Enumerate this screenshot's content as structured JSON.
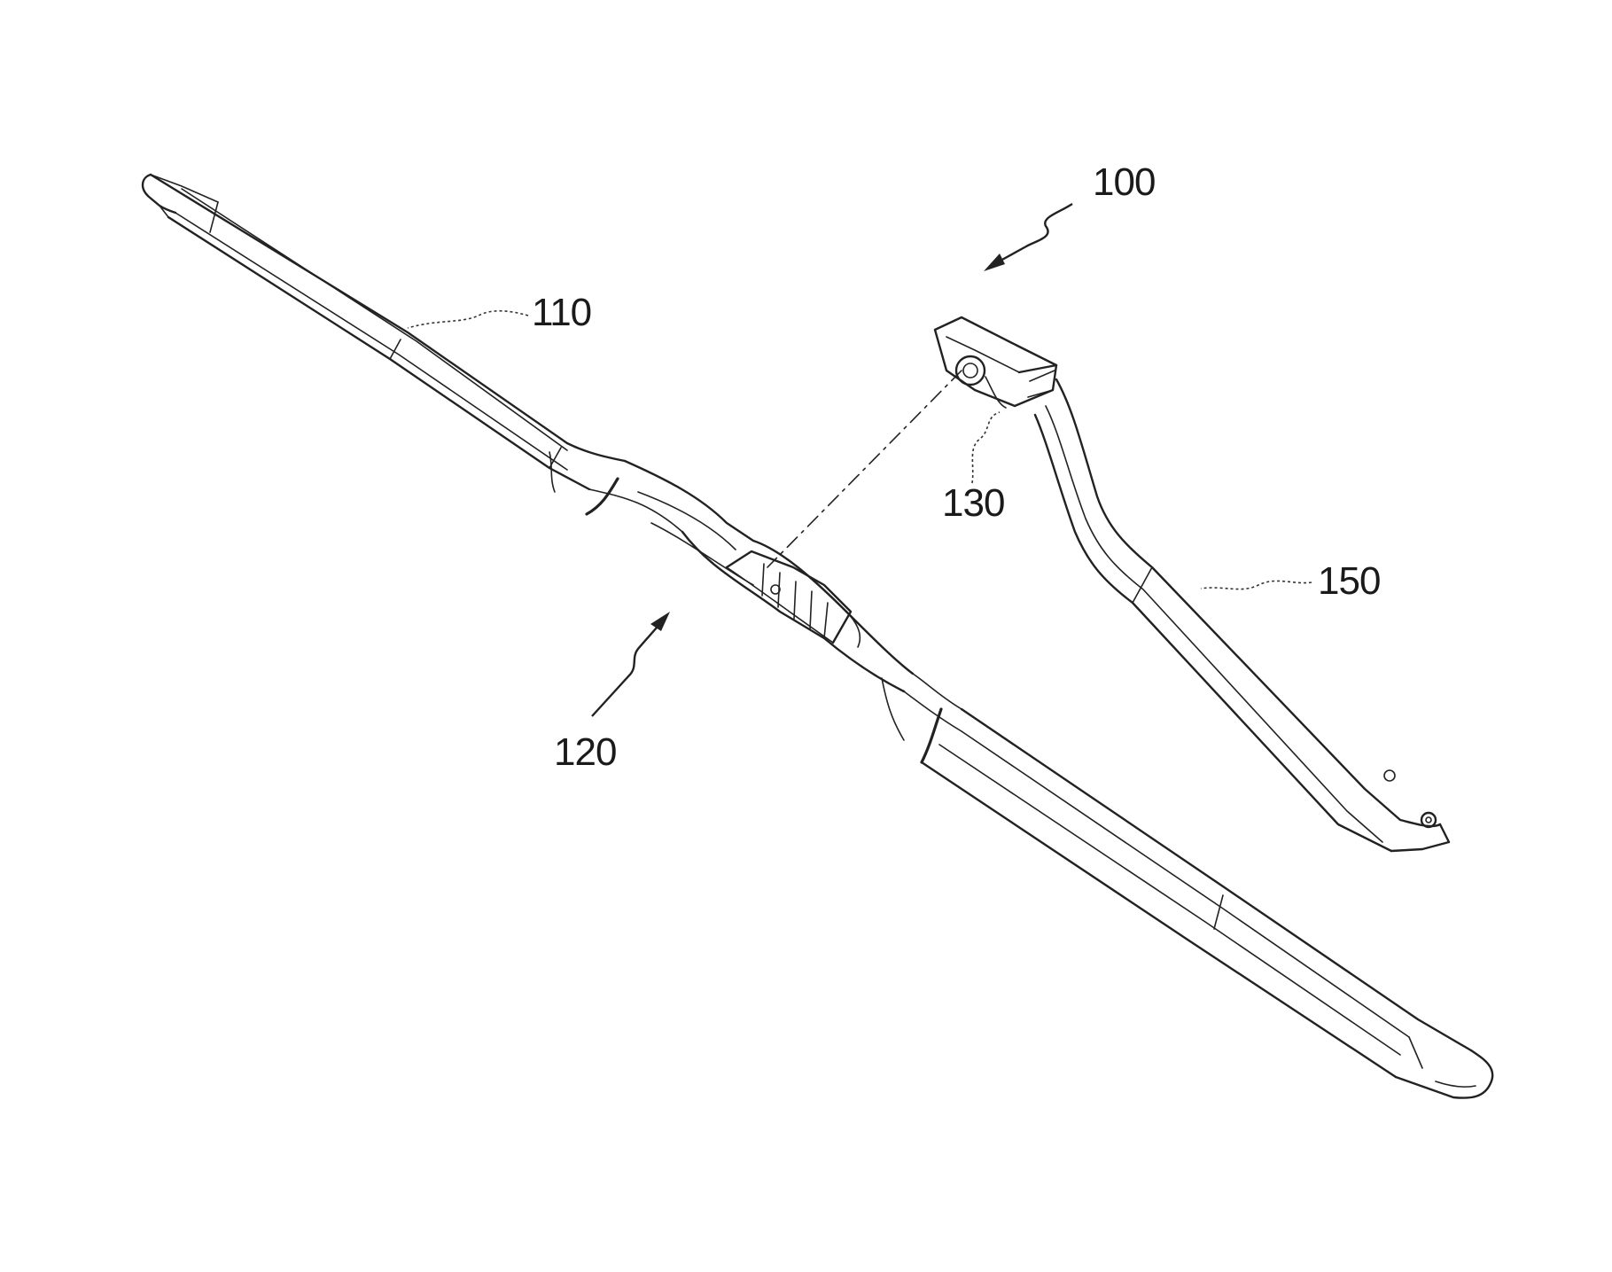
{
  "figure": {
    "labels": {
      "assembly": "100",
      "wiper_blade": "110",
      "connector_portion": "120",
      "adapter": "130",
      "wiper_arm": "150"
    }
  }
}
